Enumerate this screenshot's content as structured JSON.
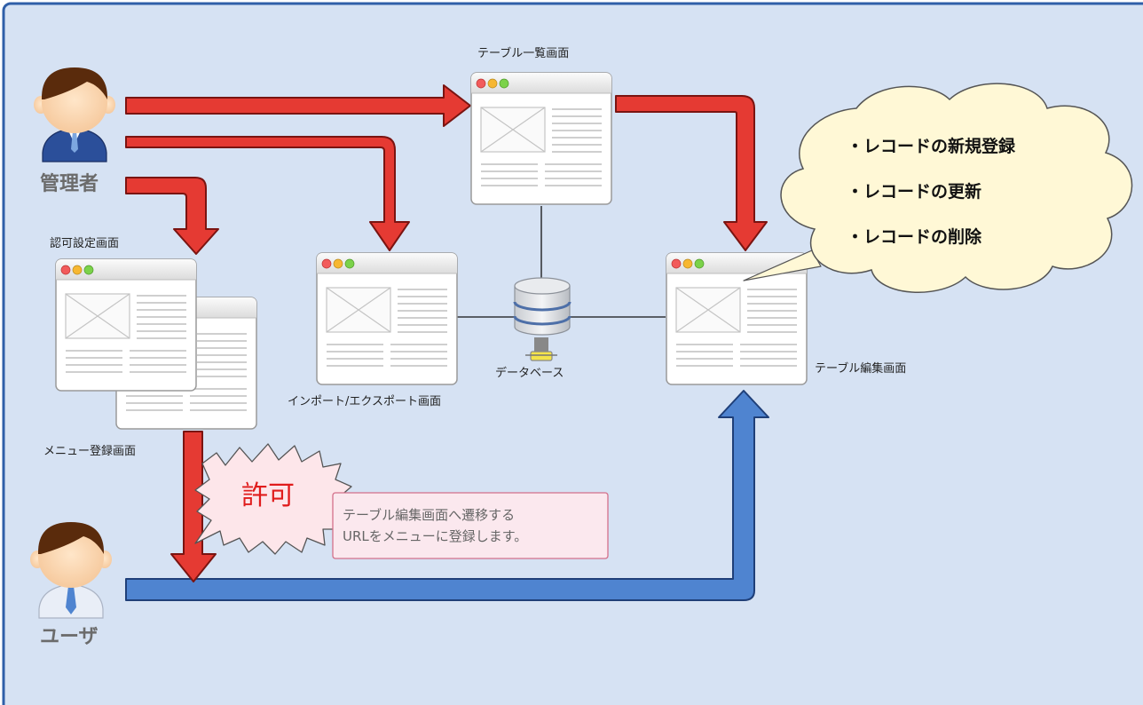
{
  "actors": {
    "admin": "管理者",
    "user": "ユーザ"
  },
  "screens": {
    "table_list": "テーブル一覧画面",
    "auth_settings": "認可設定画面",
    "menu_registration": "メニュー登録画面",
    "import_export": "インポート/エクスポート画面",
    "table_edit": "テーブル編集画面"
  },
  "database": "データベース",
  "cloud_bubble": {
    "items": [
      "・レコードの新規登録",
      "・レコードの更新",
      "・レコードの削除"
    ]
  },
  "permit_burst": "許可",
  "note": {
    "line1": "テーブル編集画面へ遷移する",
    "line2": "URLをメニューに登録します。"
  },
  "colors": {
    "background": "#d6e2f3",
    "frame": "#2f5fa8",
    "admin_arrow": "#e53a33",
    "user_arrow": "#4f84d0",
    "cloud_fill": "#fff8d6"
  }
}
